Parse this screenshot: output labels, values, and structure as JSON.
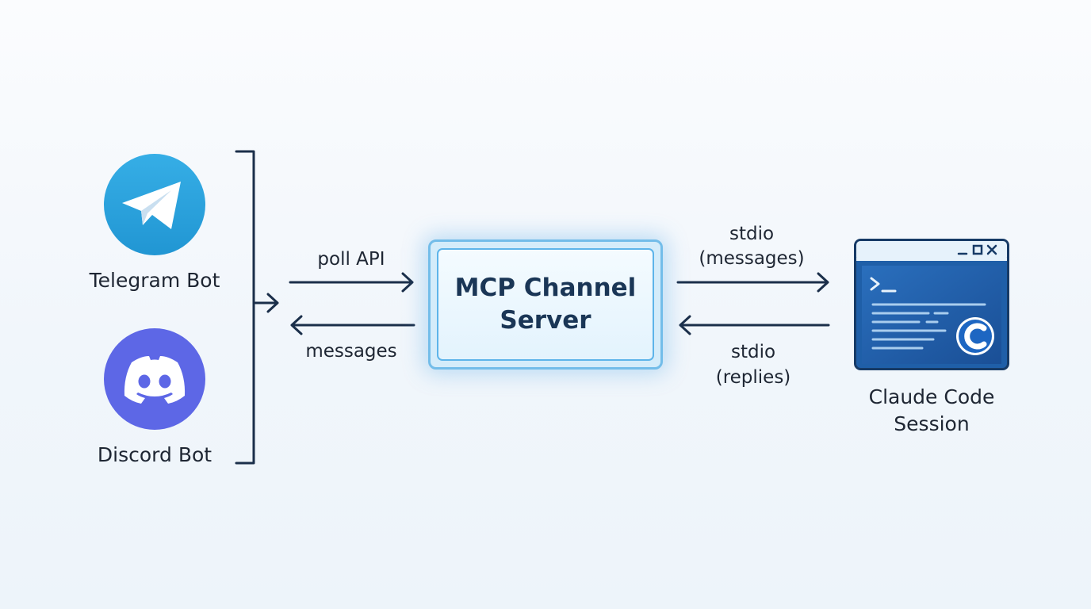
{
  "nodes": {
    "telegram": {
      "label": "Telegram Bot",
      "icon": "telegram-paper-plane-icon",
      "color": "#2fa3db"
    },
    "discord": {
      "label": "Discord Bot",
      "icon": "discord-controller-icon",
      "color": "#5d67e6"
    },
    "server": {
      "title": "MCP Channel Server",
      "color": "#5db4ea"
    },
    "claude": {
      "label": "Claude Code Session",
      "icon": "terminal-window-icon",
      "color": "#1b5fae"
    }
  },
  "edges": {
    "poll_api": "poll API",
    "messages": "messages",
    "stdio_messages_1": "stdio",
    "stdio_messages_2": "(messages)",
    "stdio_replies_1": "stdio",
    "stdio_replies_2": "(replies)"
  },
  "colors": {
    "line": "#1b2f4a",
    "accent": "#5db4ea"
  }
}
